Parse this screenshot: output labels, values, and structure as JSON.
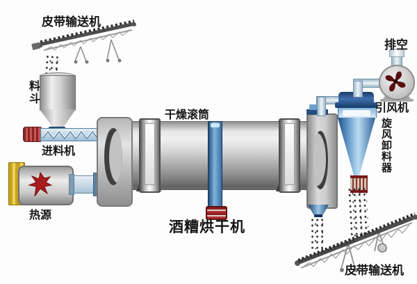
{
  "title": "酒糟烘干机",
  "labels": {
    "belt_conveyor_top": "皮带输送机",
    "hopper": "料斗",
    "feeder": "进料机",
    "heat_source": "热源",
    "drying_drum": "干燥滚筒",
    "exhaust": "排空",
    "induced_draft_fan": "引风机",
    "cyclone_discharger": "旋风卸料器",
    "belt_conveyor_bottom": "皮带输送机"
  },
  "colors": {
    "cyclone_blue": "#5b90c6",
    "stand_blue": "#3c6ea6",
    "motor_red": "#b03030",
    "heater_yellow": "#d8b42c",
    "flame_red": "#a01818",
    "fan_blade_red": "#5a1010",
    "pipe_blue": "#bcd0de",
    "metal_gray": "#c0c0c0"
  }
}
